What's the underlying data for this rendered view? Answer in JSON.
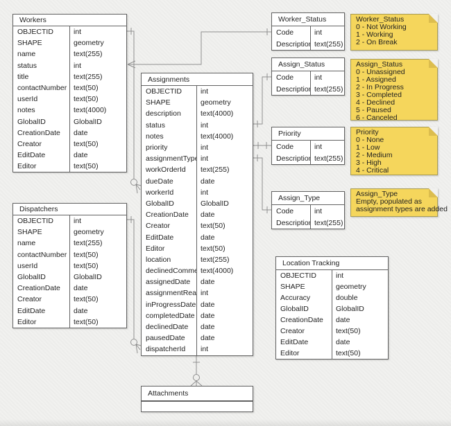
{
  "diagram": {
    "tables": {
      "workers": {
        "title": "Workers",
        "fields": [
          [
            "OBJECTID",
            "int"
          ],
          [
            "SHAPE",
            "geometry"
          ],
          [
            "name",
            "text(255)"
          ],
          [
            "status",
            "int"
          ],
          [
            "title",
            "text(255)"
          ],
          [
            "contactNumber",
            "text(50)"
          ],
          [
            "userId",
            "text(50)"
          ],
          [
            "notes",
            "text(4000)"
          ],
          [
            "GlobalID",
            "GlobalID"
          ],
          [
            "CreationDate",
            "date"
          ],
          [
            "Creator",
            "text(50)"
          ],
          [
            "EditDate",
            "date"
          ],
          [
            "Editor",
            "text(50)"
          ]
        ]
      },
      "dispatchers": {
        "title": "Dispatchers",
        "fields": [
          [
            "OBJECTID",
            "int"
          ],
          [
            "SHAPE",
            "geometry"
          ],
          [
            "name",
            "text(255)"
          ],
          [
            "contactNumber",
            "text(50)"
          ],
          [
            "userId",
            "text(50)"
          ],
          [
            "GlobalID",
            "GlobalID"
          ],
          [
            "CreationDate",
            "date"
          ],
          [
            "Creator",
            "text(50)"
          ],
          [
            "EditDate",
            "date"
          ],
          [
            "Editor",
            "text(50)"
          ]
        ]
      },
      "assignments": {
        "title": "Assignments",
        "fields": [
          [
            "OBJECTID",
            "int"
          ],
          [
            "SHAPE",
            "geometry"
          ],
          [
            "description",
            "text(4000)"
          ],
          [
            "status",
            "int"
          ],
          [
            "notes",
            "text(4000)"
          ],
          [
            "priority",
            "int"
          ],
          [
            "assignmentType",
            "int"
          ],
          [
            "workOrderId",
            "text(255)"
          ],
          [
            "dueDate",
            "date"
          ],
          [
            "workerId",
            "int"
          ],
          [
            "GlobalID",
            "GlobalID"
          ],
          [
            "CreationDate",
            "date"
          ],
          [
            "Creator",
            "text(50)"
          ],
          [
            "EditDate",
            "date"
          ],
          [
            "Editor",
            "text(50)"
          ],
          [
            "location",
            "text(255)"
          ],
          [
            "declinedComment",
            "text(4000)"
          ],
          [
            "assignedDate",
            "date"
          ],
          [
            "assignmentRead",
            "int"
          ],
          [
            "inProgressDate",
            "date"
          ],
          [
            "completedDate",
            "date"
          ],
          [
            "declinedDate",
            "date"
          ],
          [
            "pausedDate",
            "date"
          ],
          [
            "dispatcherId",
            "int"
          ]
        ]
      },
      "worker_status": {
        "title": "Worker_Status",
        "fields": [
          [
            "Code",
            "int"
          ],
          [
            "Description",
            "text(255)"
          ]
        ]
      },
      "assign_status": {
        "title": "Assign_Status",
        "fields": [
          [
            "Code",
            "int"
          ],
          [
            "Description",
            "text(255)"
          ]
        ]
      },
      "priority": {
        "title": "Priority",
        "fields": [
          [
            "Code",
            "int"
          ],
          [
            "Description",
            "text(255)"
          ]
        ]
      },
      "assign_type": {
        "title": "Assign_Type",
        "fields": [
          [
            "Code",
            "int"
          ],
          [
            "Description",
            "text(255)"
          ]
        ]
      },
      "location_tracking": {
        "title": "Location Tracking",
        "fields": [
          [
            "OBJECTID",
            "int"
          ],
          [
            "SHAPE",
            "geometry"
          ],
          [
            "Accuracy",
            "double"
          ],
          [
            "GlobalID",
            "GlobalID"
          ],
          [
            "CreationDate",
            "date"
          ],
          [
            "Creator",
            "text(50)"
          ],
          [
            "EditDate",
            "date"
          ],
          [
            "Editor",
            "text(50)"
          ]
        ]
      },
      "attachments": {
        "title": "Attachments"
      }
    },
    "notes": {
      "worker_status": {
        "title": "Worker_Status",
        "lines": [
          "0 - Not Working",
          "1 - Working",
          "2 - On Break"
        ]
      },
      "assign_status": {
        "title": "Assign_Status",
        "lines": [
          "0 - Unassigned",
          "1 - Assigned",
          "2 - In Progress",
          "3 - Completed",
          "4 - Declined",
          "5 - Paused",
          "6 - Canceled"
        ]
      },
      "priority": {
        "title": "Priority",
        "lines": [
          "0 - None",
          "1 - Low",
          "2 - Medium",
          "3 - High",
          "4 - Critical"
        ]
      },
      "assign_type": {
        "title": "Assign_Type",
        "lines": [
          "Empty, populated as",
          "assignment types are added"
        ]
      }
    },
    "colors": {
      "background": "#F1F1EF",
      "table_border": "#616161",
      "connector": "#8F8F8F",
      "note_fill": "#F5D65C",
      "note_fold": "#DCBD4E",
      "note_border": "#A89C55",
      "text": "#1F1F1F"
    }
  }
}
